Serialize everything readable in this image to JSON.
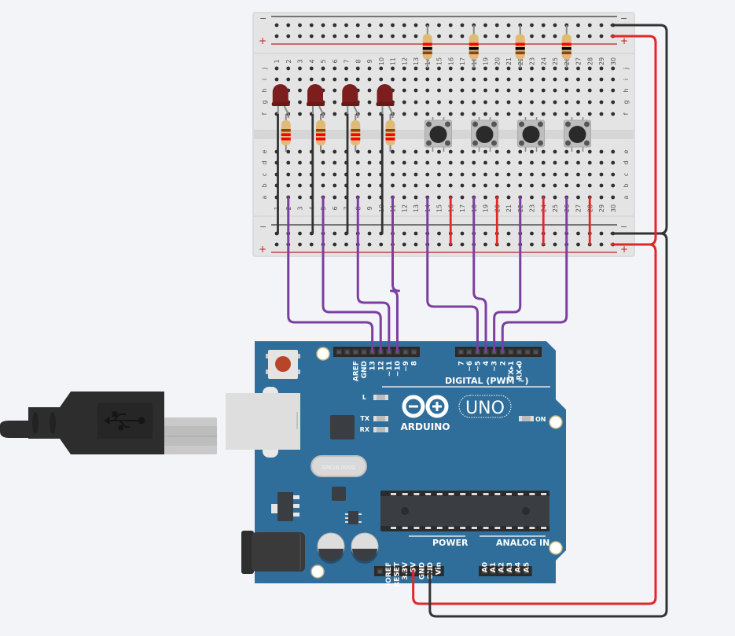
{
  "canvas": {
    "background": "#f3f4f7"
  },
  "breadboard": {
    "columns": 30,
    "row_labels_top": [
      "j",
      "i",
      "h",
      "g",
      "f"
    ],
    "row_labels_bottom": [
      "e",
      "d",
      "c",
      "b",
      "a"
    ],
    "rail_minus_label": "−",
    "rail_plus_label": "+",
    "colors": {
      "body": "#e3e3e3",
      "hole": "#2e2e2e",
      "rail_red": "#c21f1f",
      "rail_dark": "#333333"
    }
  },
  "components": {
    "leds": [
      {
        "name": "led-1",
        "color": "#7d1e1e",
        "column": 2
      },
      {
        "name": "led-2",
        "color": "#7d1e1e",
        "column": 5
      },
      {
        "name": "led-3",
        "color": "#7d1e1e",
        "column": 8
      },
      {
        "name": "led-4",
        "color": "#7d1e1e",
        "column": 11
      }
    ],
    "led_resistors": [
      {
        "name": "resistor-led-1",
        "column": 2,
        "bands": [
          "#8b4513",
          "#ff0000",
          "#ff0000"
        ]
      },
      {
        "name": "resistor-led-2",
        "column": 5,
        "bands": [
          "#8b4513",
          "#ff0000",
          "#ff0000"
        ]
      },
      {
        "name": "resistor-led-3",
        "column": 8,
        "bands": [
          "#8b4513",
          "#ff0000",
          "#ff0000"
        ]
      },
      {
        "name": "resistor-led-4",
        "column": 11,
        "bands": [
          "#8b4513",
          "#ff0000",
          "#ff0000"
        ]
      }
    ],
    "pullup_resistors": [
      {
        "name": "resistor-button-1",
        "column": 14,
        "bands": [
          "#ff0000",
          "#000000",
          "#8b4513"
        ]
      },
      {
        "name": "resistor-button-2",
        "column": 18,
        "bands": [
          "#ff0000",
          "#000000",
          "#8b4513"
        ]
      },
      {
        "name": "resistor-button-3",
        "column": 22,
        "bands": [
          "#ff0000",
          "#000000",
          "#8b4513"
        ]
      },
      {
        "name": "resistor-button-4",
        "column": 26,
        "bands": [
          "#ff0000",
          "#000000",
          "#8b4513"
        ]
      }
    ],
    "buttons": [
      {
        "name": "pushbutton-1",
        "column": 15
      },
      {
        "name": "pushbutton-2",
        "column": 19
      },
      {
        "name": "pushbutton-3",
        "column": 23
      },
      {
        "name": "pushbutton-4",
        "column": 27
      }
    ]
  },
  "arduino": {
    "brand": "ARDUINO",
    "model": "UNO",
    "crystal_label": "SPK16.000G",
    "digital_header_label": "DIGITAL (PWM ~)",
    "power_header_label": "POWER",
    "analog_header_label": "ANALOG IN",
    "on_label": "ON",
    "led_labels": [
      "L",
      "TX",
      "RX"
    ],
    "digital_pins_left": [
      "AREF",
      "GND",
      "13",
      "12",
      "~11",
      "~10",
      "~9",
      "8"
    ],
    "digital_pins_right": [
      "7",
      "~6",
      "~5",
      "4",
      "~3",
      "2",
      "TX▸1",
      "RX◂0"
    ],
    "power_pins": [
      "IOREF",
      "RESET",
      "3.3V",
      "5V",
      "GND",
      "GND",
      "Vin"
    ],
    "analog_pins": [
      "A0",
      "A1",
      "A2",
      "A3",
      "A4",
      "A5"
    ],
    "colors": {
      "board": "#2f6e9a",
      "header": "#2a2a2a",
      "reset_button": "#b8452a"
    }
  },
  "usb_cable": {
    "icon": "usb-icon",
    "color": "#2d2d2d"
  },
  "wires": {
    "signal_color": "#7b3fa0",
    "power_color": "#e0282a",
    "ground_color": "#333333",
    "signal_connections": [
      {
        "from_column": 2,
        "to_pin": "13"
      },
      {
        "from_column": 5,
        "to_pin": "12"
      },
      {
        "from_column": 8,
        "to_pin": "~11"
      },
      {
        "from_column": 11,
        "to_pin": "~10"
      },
      {
        "from_column": 14,
        "to_pin": "~5"
      },
      {
        "from_column": 18,
        "to_pin": "4"
      },
      {
        "from_column": 22,
        "to_pin": "~3"
      },
      {
        "from_column": 26,
        "to_pin": "2"
      }
    ],
    "power_connection": {
      "from_pin": "5V",
      "to": "breadboard + rail"
    },
    "ground_connection": {
      "from_pin": "GND",
      "to": "breadboard − rail"
    }
  }
}
